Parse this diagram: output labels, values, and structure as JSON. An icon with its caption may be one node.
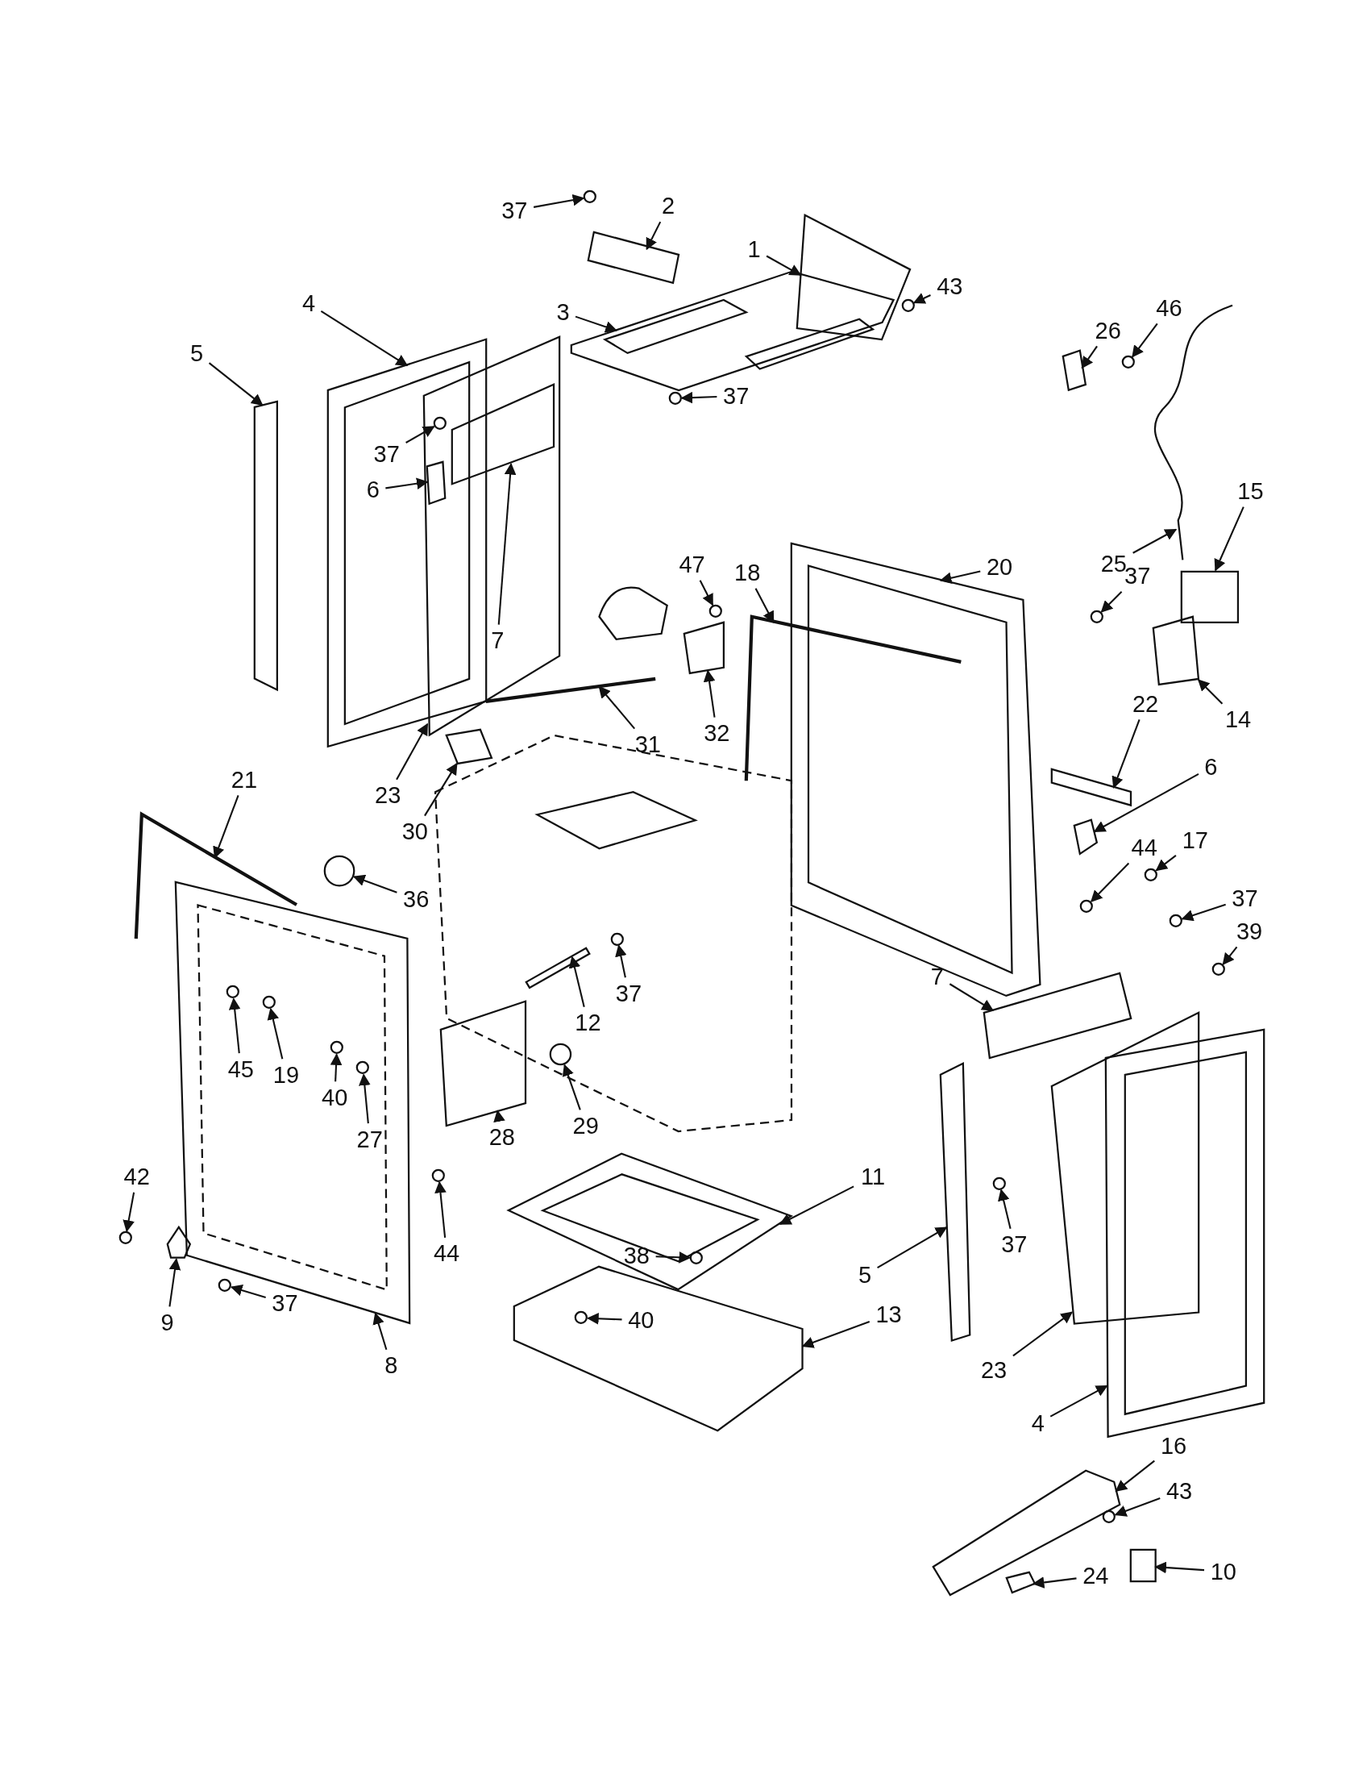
{
  "diagram": {
    "nodes": [
      {
        "text": [
          "37"
        ]
      },
      {
        "text": [
          "2"
        ]
      },
      {
        "text": [
          "1"
        ]
      },
      {
        "text": [
          "43"
        ]
      },
      {
        "text": [
          "3"
        ]
      },
      {
        "text": [
          "37"
        ]
      },
      {
        "text": [
          "4"
        ]
      },
      {
        "text": [
          "5"
        ]
      },
      {
        "text": [
          "26"
        ]
      },
      {
        "text": [
          "46"
        ]
      },
      {
        "text": [
          "37"
        ],
        "in": 64
      },
      {
        "text": [
          "6"
        ],
        "in": 64
      },
      {
        "text": [
          "7"
        ],
        "in": 81
      },
      {
        "text": [
          "47"
        ]
      },
      {
        "text": [
          "18"
        ]
      },
      {
        "text": [
          "20"
        ]
      },
      {
        "text": [
          "25"
        ]
      },
      {
        "text": [
          "15"
        ]
      },
      {
        "text": [
          "37"
        ]
      },
      {
        "text": [
          "32"
        ]
      },
      {
        "text": [
          "31"
        ]
      },
      {
        "text": [
          "22"
        ]
      },
      {
        "text": [
          "14"
        ]
      },
      {
        "text": [
          "23"
        ]
      },
      {
        "text": [
          "30"
        ]
      },
      {
        "text": [
          "6"
        ]
      },
      {
        "text": [
          "21"
        ]
      },
      {
        "text": [
          "36"
        ]
      },
      {
        "text": [
          "44"
        ]
      },
      {
        "text": [
          "17"
        ]
      },
      {
        "text": [
          "37"
        ]
      },
      {
        "text": [
          "39"
        ]
      },
      {
        "text": [
          "37"
        ]
      },
      {
        "text": [
          "12"
        ]
      },
      {
        "text": [
          "7"
        ]
      },
      {
        "text": [
          "45"
        ],
        "in": 109
      },
      {
        "text": [
          "19"
        ],
        "in": 109
      },
      {
        "text": [
          "40"
        ],
        "in": 109
      },
      {
        "text": [
          "27"
        ],
        "in": 109
      },
      {
        "text": [
          "28"
        ]
      },
      {
        "text": [
          "29"
        ]
      },
      {
        "text": [
          "11"
        ]
      },
      {
        "text": [
          "42"
        ]
      },
      {
        "text": [
          "37"
        ]
      },
      {
        "text": [
          "38"
        ],
        "in": 99
      },
      {
        "text": [
          "44"
        ]
      },
      {
        "text": [
          "5"
        ]
      },
      {
        "text": [
          "9"
        ]
      },
      {
        "text": [
          "37"
        ]
      },
      {
        "text": [
          "40"
        ],
        "in": 108
      },
      {
        "text": [
          "13"
        ]
      },
      {
        "text": [
          "8"
        ]
      },
      {
        "text": [
          "23"
        ]
      },
      {
        "text": [
          "4"
        ]
      },
      {
        "text": [
          "16"
        ]
      },
      {
        "text": [
          "43"
        ]
      },
      {
        "text": [
          "10"
        ]
      },
      {
        "text": [
          "24"
        ]
      },
      {
        "text": [],
        "shape": "circle"
      },
      {
        "text": [],
        "shape": "box"
      },
      {
        "text": [],
        "shape": "box"
      },
      {
        "text": [],
        "shape": "circle"
      },
      {
        "text": [],
        "shape": "box"
      },
      {
        "text": [],
        "shape": "circle"
      },
      {
        "text": [],
        "shape": "box"
      },
      {
        "text": [],
        "shape": "box"
      },
      {
        "text": [],
        "shape": "box"
      },
      {
        "text": [],
        "shape": "circle"
      },
      {
        "text": [],
        "shape": "circle"
      },
      {
        "text": [],
        "shape": "box"
      },
      {
        "text": [],
        "shape": "box",
        "in": 81
      },
      {
        "text": [],
        "shape": "circle"
      },
      {
        "text": [],
        "shape": "bar"
      },
      {
        "text": [],
        "shape": "box"
      },
      {
        "text": [],
        "shape": "picture"
      },
      {
        "text": [],
        "shape": "box"
      },
      {
        "text": [],
        "shape": "circle"
      },
      {
        "text": [],
        "shape": "box"
      },
      {
        "text": [],
        "shape": "bar"
      },
      {
        "text": [],
        "shape": "box"
      },
      {
        "text": [],
        "shape": "box"
      },
      {
        "text": [],
        "shape": "box"
      },
      {
        "text": [],
        "shape": "box"
      },
      {
        "text": [],
        "shape": "box"
      },
      {
        "text": [],
        "shape": "bar"
      },
      {
        "text": [],
        "shape": "circle"
      },
      {
        "text": [],
        "shape": "circle"
      },
      {
        "text": [],
        "shape": "circle"
      },
      {
        "text": [],
        "shape": "circle"
      },
      {
        "text": [],
        "shape": "circle"
      },
      {
        "text": [],
        "shape": "circle"
      },
      {
        "text": [],
        "shape": "box"
      },
      {
        "text": [],
        "shape": "box"
      },
      {
        "text": [],
        "shape": "circle",
        "in": 109
      },
      {
        "text": [],
        "shape": "circle",
        "in": 109
      },
      {
        "text": [],
        "shape": "circle",
        "in": 109
      },
      {
        "text": [],
        "shape": "circle",
        "in": 109
      },
      {
        "text": [],
        "shape": "box"
      },
      {
        "text": [],
        "shape": "circle"
      },
      {
        "text": [],
        "shape": "box"
      },
      {
        "text": [],
        "shape": "circle"
      },
      {
        "text": [],
        "shape": "circle"
      },
      {
        "text": [],
        "shape": "circle",
        "in": 99
      },
      {
        "text": [],
        "shape": "circle"
      },
      {
        "text": [],
        "shape": "box"
      },
      {
        "text": [],
        "shape": "box"
      },
      {
        "text": [],
        "shape": "circle"
      },
      {
        "text": [],
        "shape": "circle",
        "in": 108
      },
      {
        "text": [],
        "shape": "box"
      },
      {
        "text": [],
        "shape": "box"
      },
      {
        "text": [],
        "shape": "box"
      },
      {
        "text": [],
        "shape": "box"
      },
      {
        "text": [],
        "shape": "box"
      },
      {
        "text": [],
        "shape": "circle"
      },
      {
        "text": [],
        "shape": "box"
      },
      {
        "text": [],
        "shape": "box"
      }
    ],
    "edges": [
      {
        "from": 0,
        "to": 58,
        "arrow": "to"
      },
      {
        "from": 1,
        "to": 59,
        "arrow": "to"
      },
      {
        "from": 2,
        "to": 60,
        "arrow": "to"
      },
      {
        "from": 3,
        "to": 61,
        "arrow": "to"
      },
      {
        "from": 4,
        "to": 62,
        "arrow": "to"
      },
      {
        "from": 5,
        "to": 63,
        "arrow": "to"
      },
      {
        "from": 6,
        "to": 64,
        "arrow": "to"
      },
      {
        "from": 7,
        "to": 65,
        "arrow": "to"
      },
      {
        "from": 8,
        "to": 66,
        "arrow": "to"
      },
      {
        "from": 9,
        "to": 67,
        "arrow": "to"
      },
      {
        "from": 10,
        "to": 68,
        "arrow": "to"
      },
      {
        "from": 11,
        "to": 69,
        "arrow": "to"
      },
      {
        "from": 12,
        "to": 70,
        "arrow": "to"
      },
      {
        "from": 13,
        "to": 71,
        "arrow": "to"
      },
      {
        "from": 14,
        "to": 72,
        "arrow": "to"
      },
      {
        "from": 15,
        "to": 73,
        "arrow": "to"
      },
      {
        "from": 16,
        "to": 74,
        "arrow": "to"
      },
      {
        "from": 17,
        "to": 75,
        "arrow": "to"
      },
      {
        "from": 18,
        "to": 76,
        "arrow": "to"
      },
      {
        "from": 19,
        "to": 77,
        "arrow": "to"
      },
      {
        "from": 20,
        "to": 78,
        "arrow": "to"
      },
      {
        "from": 21,
        "to": 79,
        "arrow": "to"
      },
      {
        "from": 22,
        "to": 80,
        "arrow": "to"
      },
      {
        "from": 23,
        "to": 81,
        "arrow": "to"
      },
      {
        "from": 24,
        "to": 82,
        "arrow": "to"
      },
      {
        "from": 25,
        "to": 83,
        "arrow": "to"
      },
      {
        "from": 26,
        "to": 84,
        "arrow": "to"
      },
      {
        "from": 27,
        "to": 85,
        "arrow": "to"
      },
      {
        "from": 28,
        "to": 86,
        "arrow": "to"
      },
      {
        "from": 29,
        "to": 87,
        "arrow": "to"
      },
      {
        "from": 30,
        "to": 88,
        "arrow": "to"
      },
      {
        "from": 31,
        "to": 89,
        "arrow": "to"
      },
      {
        "from": 32,
        "to": 90,
        "arrow": "to"
      },
      {
        "from": 33,
        "to": 91,
        "arrow": "to"
      },
      {
        "from": 34,
        "to": 92,
        "arrow": "to"
      },
      {
        "from": 35,
        "to": 93,
        "arrow": "to"
      },
      {
        "from": 36,
        "to": 94,
        "arrow": "to"
      },
      {
        "from": 37,
        "to": 95,
        "arrow": "to"
      },
      {
        "from": 38,
        "to": 96,
        "arrow": "to"
      },
      {
        "from": 39,
        "to": 97,
        "arrow": "to"
      },
      {
        "from": 40,
        "to": 98,
        "arrow": "to"
      },
      {
        "from": 41,
        "to": 99,
        "arrow": "to"
      },
      {
        "from": 42,
        "to": 100,
        "arrow": "to"
      },
      {
        "from": 43,
        "to": 101,
        "arrow": "to"
      },
      {
        "from": 44,
        "to": 102,
        "arrow": "to"
      },
      {
        "from": 45,
        "to": 103,
        "arrow": "to"
      },
      {
        "from": 46,
        "to": 104,
        "arrow": "to"
      },
      {
        "from": 47,
        "to": 105,
        "arrow": "to"
      },
      {
        "from": 48,
        "to": 106,
        "arrow": "to"
      },
      {
        "from": 49,
        "to": 107,
        "arrow": "to"
      },
      {
        "from": 50,
        "to": 108,
        "arrow": "to"
      },
      {
        "from": 51,
        "to": 109,
        "arrow": "to"
      },
      {
        "from": 52,
        "to": 110,
        "arrow": "to"
      },
      {
        "from": 53,
        "to": 111,
        "arrow": "to"
      },
      {
        "from": 54,
        "to": 112,
        "arrow": "to"
      },
      {
        "from": 55,
        "to": 113,
        "arrow": "to"
      },
      {
        "from": 56,
        "to": 114,
        "arrow": "to"
      },
      {
        "from": 57,
        "to": 115,
        "arrow": "to"
      }
    ]
  }
}
